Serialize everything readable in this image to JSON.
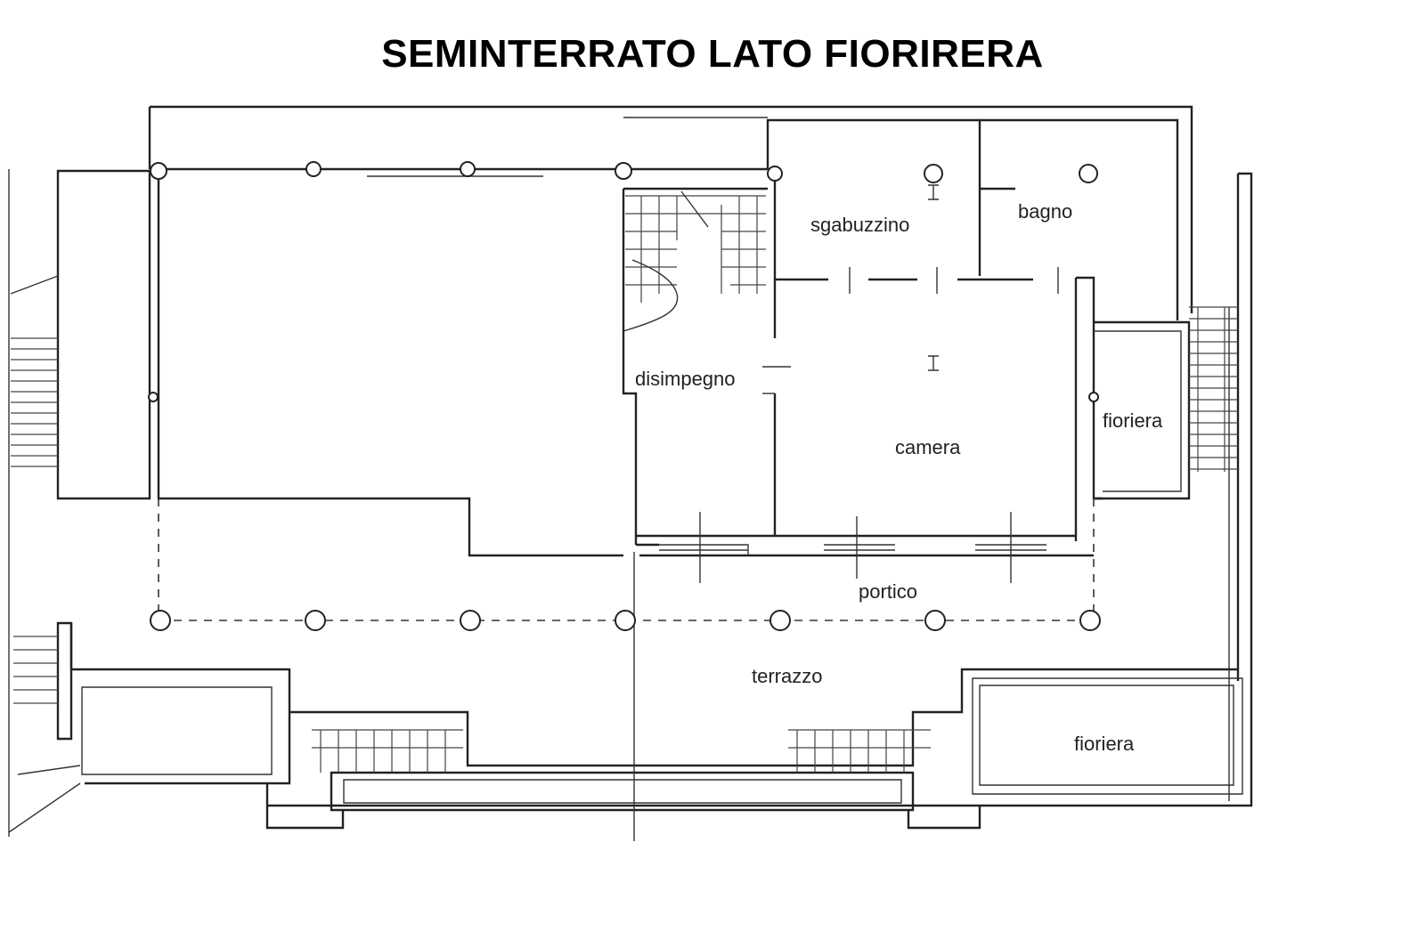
{
  "title": "SEMINTERRATO LATO FIORIRERA",
  "rooms": {
    "sgabuzzino": "sgabuzzino",
    "bagno": "bagno",
    "disimpegno": "disimpegno",
    "camera": "camera",
    "fioriera_right": "fioriera",
    "portico": "portico",
    "terrazzo": "terrazzo",
    "fioriera_bottom": "fioriera"
  }
}
